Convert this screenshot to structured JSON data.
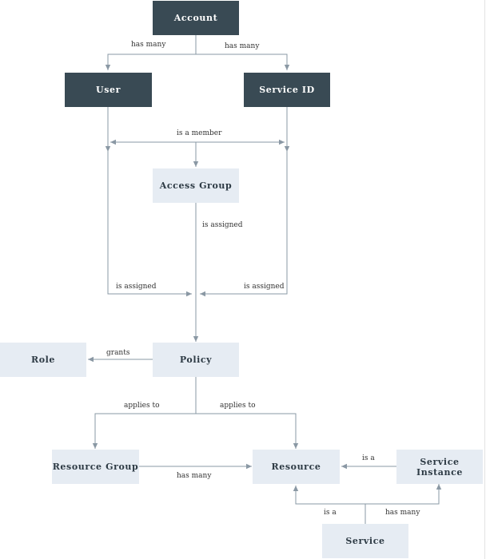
{
  "nodes": {
    "account": "Account",
    "user": "User",
    "service_id": "Service ID",
    "access_group": "Access Group",
    "role": "Role",
    "policy": "Policy",
    "resource_group": "Resource Group",
    "resource": "Resource",
    "service_instance": "Service Instance",
    "service": "Service"
  },
  "edges": {
    "account_user": "has many",
    "account_service_id": "has many",
    "member": "is a member",
    "access_group_policy": "is assigned",
    "user_policy": "is assigned",
    "service_id_policy": "is assigned",
    "policy_role": "grants",
    "policy_resource_group": "applies to",
    "policy_resource": "applies to",
    "resource_group_resource": "has many",
    "service_instance_resource": "is a",
    "service_resource": "is a",
    "service_service_instance": "has many"
  },
  "colors": {
    "dark_node": "#394a54",
    "light_node": "#e6ecf3",
    "connector": "#8a98a4"
  }
}
